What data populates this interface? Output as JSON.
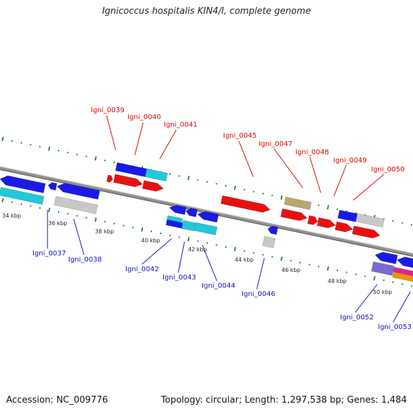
{
  "title": "Ignicoccus hospitalis KIN4/I, complete genome",
  "footer": {
    "accession": "Accession: NC_009776",
    "summary": "Topology: circular; Length: 1,297,538 bp; Genes: 1,484"
  },
  "colors": {
    "backbone": "#888888",
    "tick": "#2a8a2a",
    "forward_label": "#e00000",
    "reverse_label": "#1010c0",
    "gene_blue": "#1a1ae6",
    "gene_red": "#e81010",
    "gene_cyan": "#22c8d8",
    "gene_gray": "#c8c8c8",
    "gene_khaki": "#b8a870",
    "gene_purple": "#7a6ad0",
    "gene_magenta": "#e0209a",
    "gene_orange": "#f0900a"
  },
  "scale": {
    "labels": [
      "34 kbp",
      "36 kbp",
      "38 kbp",
      "40 kbp",
      "42 kbp",
      "44 kbp",
      "46 kbp",
      "48 kbp",
      "50 kbp"
    ]
  },
  "forward_genes": [
    "Igni_0039",
    "Igni_0040",
    "Igni_0041",
    "Igni_0045",
    "Igni_0047",
    "Igni_0048",
    "Igni_0049",
    "Igni_0050"
  ],
  "reverse_genes": [
    "Igni_0037",
    "Igni_0038",
    "Igni_0042",
    "Igni_0043",
    "Igni_0044",
    "Igni_0046",
    "Igni_0052",
    "Igni_0053"
  ]
}
